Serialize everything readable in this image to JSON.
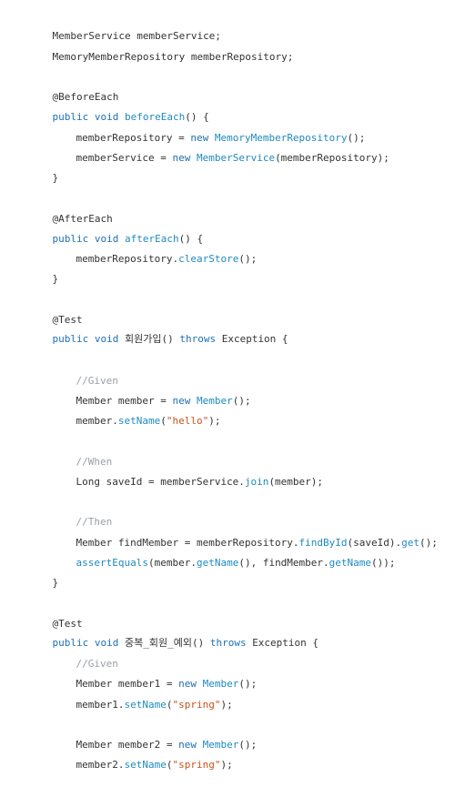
{
  "editor": {
    "lines": [
      [
        "MemberService memberService;"
      ],
      [
        "MemoryMemberRepository memberRepository;"
      ],
      [
        "@BeforeEach"
      ],
      [
        "public void ",
        "beforeEach",
        "() {"
      ],
      [
        "memberRepository = ",
        "new ",
        "MemoryMemberRepository",
        "();"
      ],
      [
        "memberService = ",
        "new ",
        "MemberService",
        "(memberRepository);"
      ],
      [
        "}"
      ],
      [
        "@AfterEach"
      ],
      [
        "public void ",
        "afterEach",
        "() {"
      ],
      [
        "memberRepository.",
        "clearStore",
        "();"
      ],
      [
        "}"
      ],
      [
        "@Test"
      ],
      [
        "public void ",
        "회원가입() ",
        "throws ",
        "Exception {"
      ],
      [
        "//Given"
      ],
      [
        "Member member = ",
        "new ",
        "Member",
        "();"
      ],
      [
        "member.",
        "setName",
        "(",
        "\"hello\"",
        ");"
      ],
      [
        "//When"
      ],
      [
        "Long saveId = memberService.",
        "join",
        "(member);"
      ],
      [
        "//Then"
      ],
      [
        "Member findMember = memberRepository.",
        "findById",
        "(saveId).",
        "get",
        "();"
      ],
      [
        "assertEquals",
        "(member.",
        "getName",
        "(), findMember.",
        "getName",
        "());"
      ],
      [
        "}"
      ],
      [
        "@Test"
      ],
      [
        "public void ",
        "중복_회원_예외() ",
        "throws ",
        "Exception {"
      ],
      [
        "//Given"
      ],
      [
        "Member member1 = ",
        "new ",
        "Member",
        "();"
      ],
      [
        "member1.",
        "setName",
        "(",
        "\"spring\"",
        ");"
      ],
      [
        "Member member2 = ",
        "new ",
        "Member",
        "();"
      ],
      [
        "member2.",
        "setName",
        "(",
        "\"spring\"",
        ");"
      ]
    ]
  }
}
